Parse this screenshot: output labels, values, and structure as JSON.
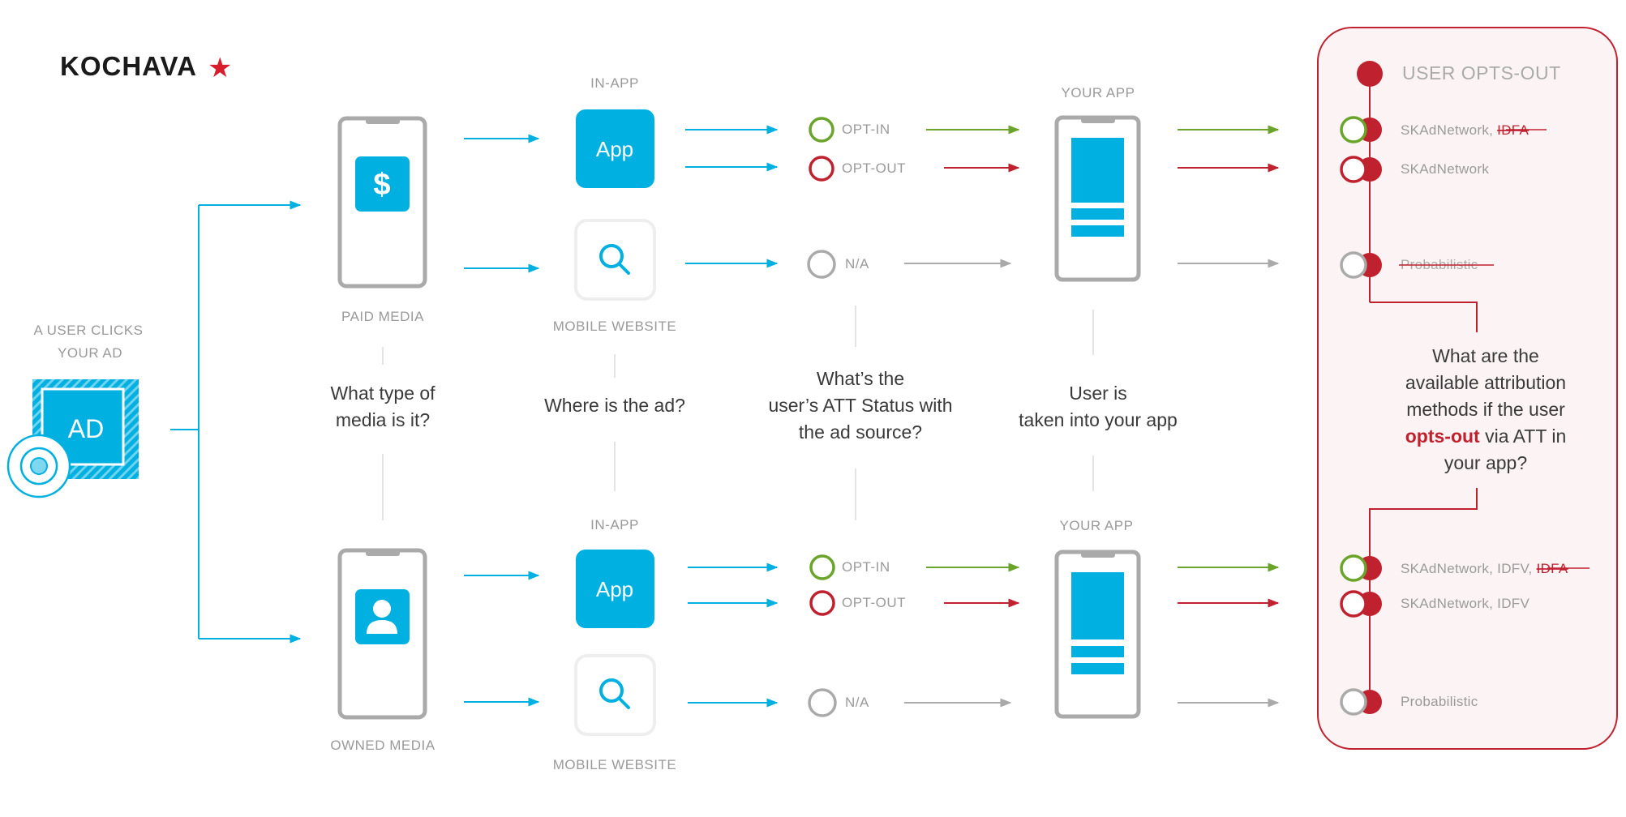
{
  "logo": {
    "text": "KOCHAVA",
    "star": "★"
  },
  "colors": {
    "blue": "#00b0e0",
    "green": "#6aa42a",
    "red": "#c0212f",
    "gray": "#aaaaaa",
    "panel_bg": "#fcf4f4"
  },
  "source": {
    "caption_line1": "A USER CLICKS",
    "caption_line2": "YOUR AD",
    "ad_label": "AD"
  },
  "questions": {
    "media_line1": "What type of",
    "media_line2": "media is it?",
    "where": "Where is the ad?",
    "att_line1": "What’s the",
    "att_line2": "user’s ATT Status with",
    "att_line3": "the ad source?",
    "app_line1": "User is",
    "app_line2": "taken into your app"
  },
  "rows": [
    {
      "media_label": "PAID MEDIA",
      "media_icon": "dollar-icon",
      "inapp_caption": "IN-APP",
      "app_label": "App",
      "web_label": "MOBILE WEBSITE",
      "web_icon": "search-icon",
      "opt_in": "OPT-IN",
      "opt_out": "OPT-OUT",
      "na": "N/A",
      "your_app": "YOUR APP",
      "methods": {
        "opt_in_prefix": "SKAdNetwork, ",
        "opt_in_struck": "IDFA",
        "opt_out": "SKAdNetwork",
        "na": "Probabilistic"
      }
    },
    {
      "media_label": "OWNED MEDIA",
      "media_icon": "user-icon",
      "inapp_caption": "IN-APP",
      "app_label": "App",
      "web_label": "MOBILE WEBSITE",
      "web_icon": "search-icon",
      "opt_in": "OPT-IN",
      "opt_out": "OPT-OUT",
      "na": "N/A",
      "your_app": "YOUR APP",
      "methods": {
        "opt_in_prefix": "SKAdNetwork, IDFV, ",
        "opt_in_struck": "IDFA",
        "opt_out": "SKAdNetwork, IDFV",
        "na": "Probabilistic"
      }
    }
  ],
  "panel": {
    "title": "USER OPTS-OUT",
    "question_line1": "What are the",
    "question_line2": "available attribution",
    "question_line3": "methods if the user",
    "question_hl": "opts-out",
    "question_line4_rest": " via ATT in",
    "question_line5": "your app?"
  }
}
